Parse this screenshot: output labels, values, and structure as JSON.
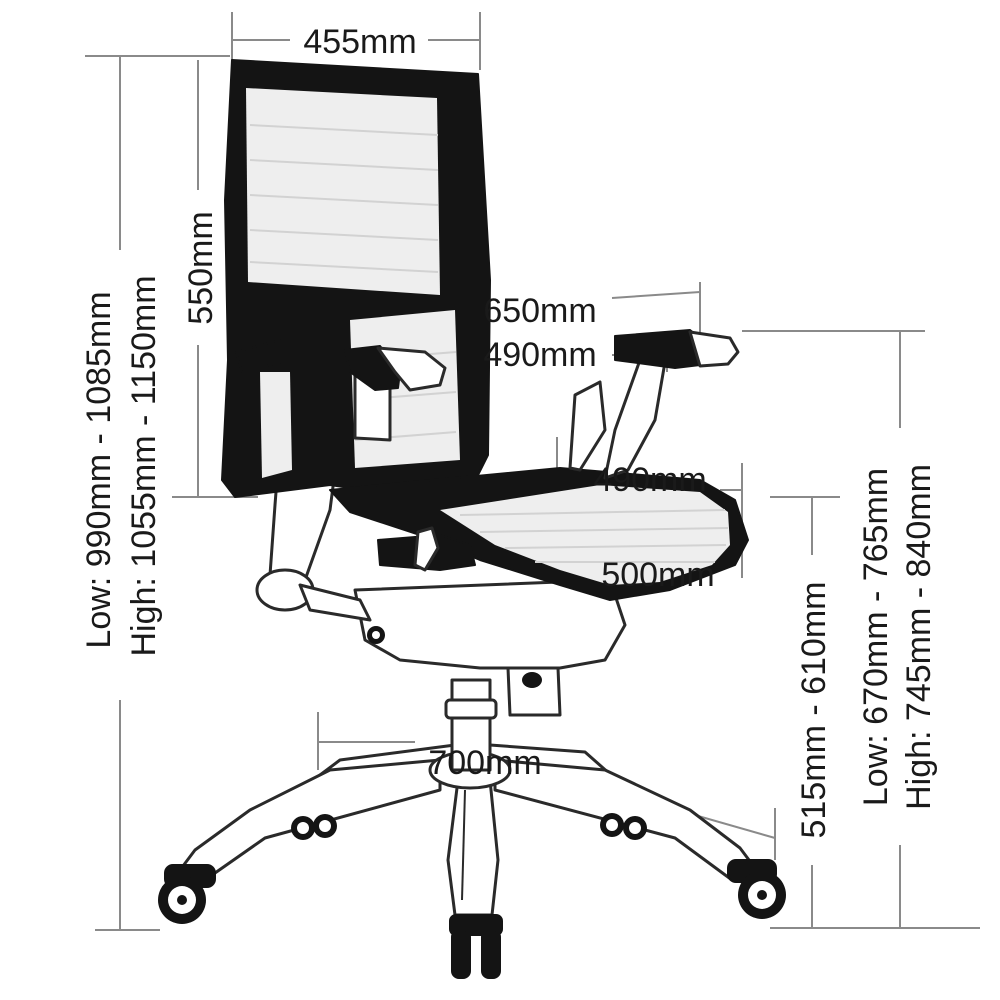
{
  "diagram": {
    "labels": {
      "back_width": "455mm",
      "back_height": "550mm",
      "overall_height_low": "Low: 990mm - 1085mm",
      "overall_height_high": "High: 1055mm - 1150mm",
      "arm_outer_width": "650mm",
      "arm_inner_width": "490mm",
      "seat_width": "490mm",
      "seat_depth": "500mm",
      "base_diameter": "700mm",
      "seat_height": "515mm - 610mm",
      "arm_height_low": "Low: 670mm - 765mm",
      "arm_height_high": "High: 745mm - 840mm"
    }
  }
}
